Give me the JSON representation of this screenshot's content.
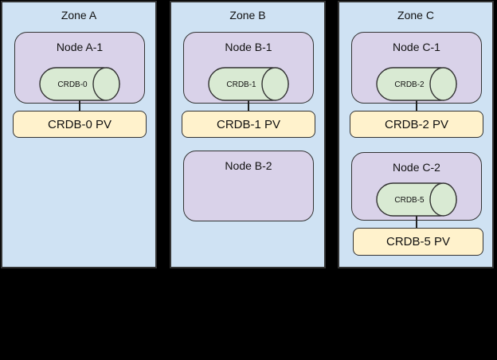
{
  "colors": {
    "background": "#000000",
    "zone_fill": "#cfe2f3",
    "node_fill": "#d9d2e9",
    "cylinder_fill": "#d9ead3",
    "pv_fill": "#fff2cc",
    "border": "#333333"
  },
  "zones": [
    {
      "label": "Zone A",
      "nodes": [
        {
          "label": "Node A-1",
          "cylinder": "CRDB-0",
          "pv": "CRDB-0 PV"
        }
      ]
    },
    {
      "label": "Zone B",
      "nodes": [
        {
          "label": "Node B-1",
          "cylinder": "CRDB-1",
          "pv": "CRDB-1 PV"
        },
        {
          "label": "Node B-2"
        }
      ]
    },
    {
      "label": "Zone C",
      "nodes": [
        {
          "label": "Node C-1",
          "cylinder": "CRDB-2",
          "pv": "CRDB-2 PV"
        },
        {
          "label": "Node C-2",
          "cylinder": "CRDB-5",
          "pv": "CRDB-5 PV"
        }
      ]
    }
  ]
}
